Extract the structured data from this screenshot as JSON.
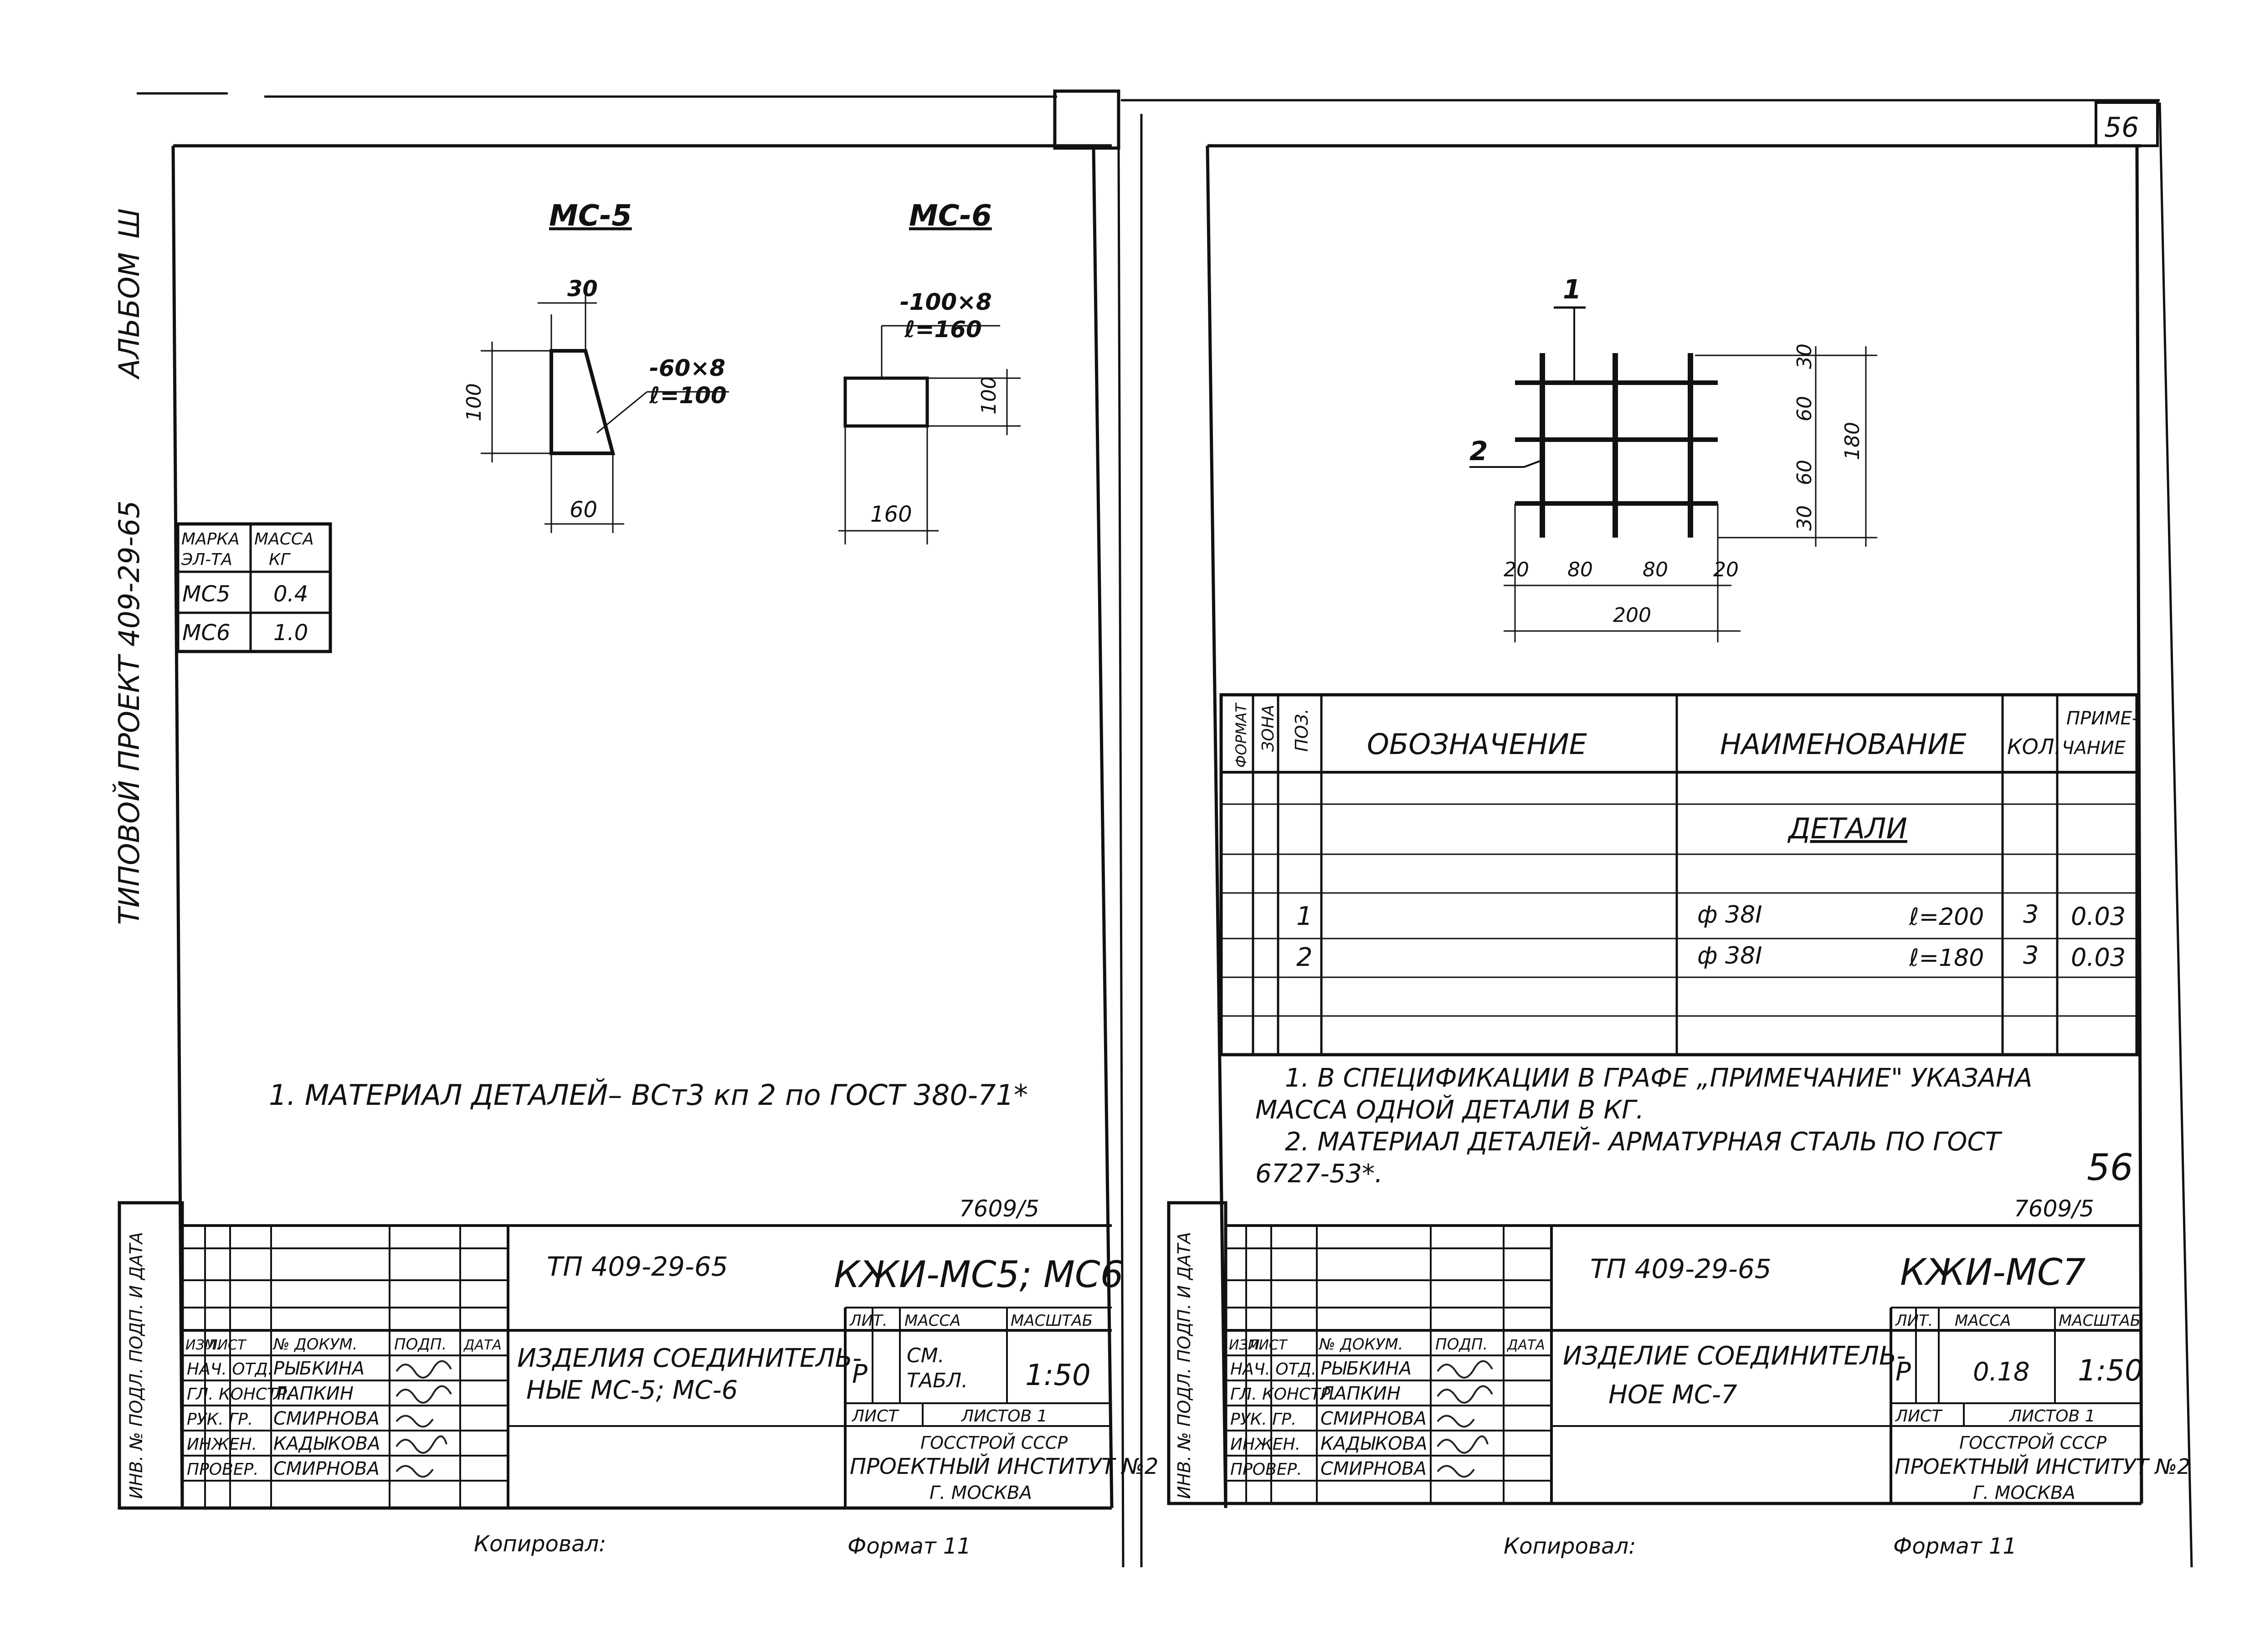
{
  "page_number": "56",
  "margin_text": {
    "album": "АЛЬБОМ",
    "album_num": "Ш",
    "project": "ТИПОВОЙ ПРОЕКТ 409-29-65"
  },
  "left_sheet": {
    "part1_title": "МС-5",
    "part1_dim_top": "30",
    "part1_spec1": "-60×8",
    "part1_spec2": "ℓ=100",
    "part1_dim_side": "100",
    "part1_dim_bottom": "60",
    "part2_title": "МС-6",
    "part2_spec1": "-100×8",
    "part2_spec2": "ℓ=160",
    "part2_dim_side": "100",
    "part2_dim_bottom": "160",
    "mass_table": {
      "header1": "МАРКА ЭЛ-ТА",
      "header2": "МАССА КГ",
      "rows": [
        {
          "mark": "МС5",
          "mass": "0.4"
        },
        {
          "mark": "МС6",
          "mass": "1.0"
        }
      ]
    },
    "note": "1. МАТЕРИАЛ ДЕТАЛЕЙ– ВСт3 кп 2 по ГОСТ 380-71*",
    "doc_id": "7609/5",
    "title_block": {
      "project_code": "ТП 409-29-65",
      "drawing_code": "КЖИ-МС5; МС6",
      "name": "ИЗДЕЛИЯ СОЕДИНИТЕЛЬ-НЫЕ МС-5; МС-6",
      "lit_label": "ЛИТ.",
      "mass_label": "МАССА",
      "scale_label": "МАСШТАБ",
      "lit": "Р",
      "mass": "СМ. ТАБЛ.",
      "scale": "1:50",
      "sheet_label": "ЛИСТ",
      "sheets_label": "ЛИСТОВ 1",
      "org1": "ГОССТРОЙ СССР",
      "org2": "ПРОЕКТНЫЙ ИНСТИТУТ №2",
      "org3": "Г. МОСКВА",
      "hdr": [
        "ИЗМ.",
        "ЛИСТ",
        "№ ДОКУМ.",
        "ПОДП.",
        "ДАТА"
      ],
      "roles": [
        "НАЧ. ОТД.",
        "ГЛ. КОНСТР.",
        "РУК. ГР.",
        "ИНЖЕН.",
        "ПРОВЕР."
      ],
      "people": [
        "РЫБКИНА",
        "ЛАПКИН",
        "СМИРНОВА",
        "КАДЫКОВА",
        "СМИРНОВА"
      ]
    },
    "stamp_side": "ИНВ. № ПОДЛ.   ПОДП. И ДАТА",
    "copied": "Копировал:",
    "format": "Формат 11"
  },
  "right_sheet": {
    "pos1": "1",
    "pos2": "2",
    "dims_vertical": [
      "30",
      "60",
      "60",
      "30"
    ],
    "dim_total_vertical": "180",
    "dims_horizontal": [
      "20",
      "80",
      "80",
      "20"
    ],
    "dim_total_horizontal": "200",
    "spec_table": {
      "headers": [
        "ФОРМАТ",
        "ЗОНА",
        "ПОЗ.",
        "ОБОЗНАЧЕНИЕ",
        "НАИМЕНОВАНИЕ",
        "КОЛ.",
        "ПРИМЕ-ЧАНИЕ"
      ],
      "section": "ДЕТАЛИ",
      "rows": [
        {
          "pos": "1",
          "name": "ф 38I",
          "length": "ℓ=200",
          "qty": "3",
          "note": "0.03"
        },
        {
          "pos": "2",
          "name": "ф 38I",
          "length": "ℓ=180",
          "qty": "3",
          "note": "0.03"
        }
      ]
    },
    "notes": [
      "1. В СПЕЦИФИКАЦИИ В ГРАФЕ „ПРИМЕЧАНИЕ\" УКАЗАНА",
      "МАССА ОДНОЙ ДЕТАЛИ В КГ.",
      "2. МАТЕРИАЛ ДЕТАЛЕЙ- АРМАТУРНАЯ СТАЛЬ ПО ГОСТ",
      "6727-53*."
    ],
    "page_no": "56",
    "doc_id": "7609/5",
    "title_block": {
      "project_code": "ТП 409-29-65",
      "drawing_code": "КЖИ-МС7",
      "name1": "ИЗДЕЛИЕ СОЕДИНИТЕЛЬ-",
      "name2": "НОЕ МС-7",
      "lit_label": "ЛИТ.",
      "mass_label": "МАССА",
      "scale_label": "МАСШТАБ",
      "lit": "Р",
      "mass": "0.18",
      "scale": "1:50",
      "sheet_label": "ЛИСТ",
      "sheets_label": "ЛИСТОВ 1",
      "org1": "ГОССТРОЙ СССР",
      "org2": "ПРОЕКТНЫЙ ИНСТИТУТ №2",
      "org3": "Г. МОСКВА",
      "hdr": [
        "ИЗМ.",
        "ЛИСТ",
        "№ ДОКУМ.",
        "ПОДП.",
        "ДАТА"
      ],
      "roles": [
        "НАЧ. ОТД.",
        "ГЛ. КОНСТР.",
        "РУК. ГР.",
        "ИНЖЕН.",
        "ПРОВЕР."
      ],
      "people": [
        "РЫБКИНА",
        "ЛАПКИН",
        "СМИРНОВА",
        "КАДЫКОВА",
        "СМИРНОВА"
      ]
    },
    "stamp_side": "ИНВ. № ПОДЛ.   ПОДП. И ДАТА",
    "copied": "Копировал:",
    "format": "Формат 11"
  }
}
